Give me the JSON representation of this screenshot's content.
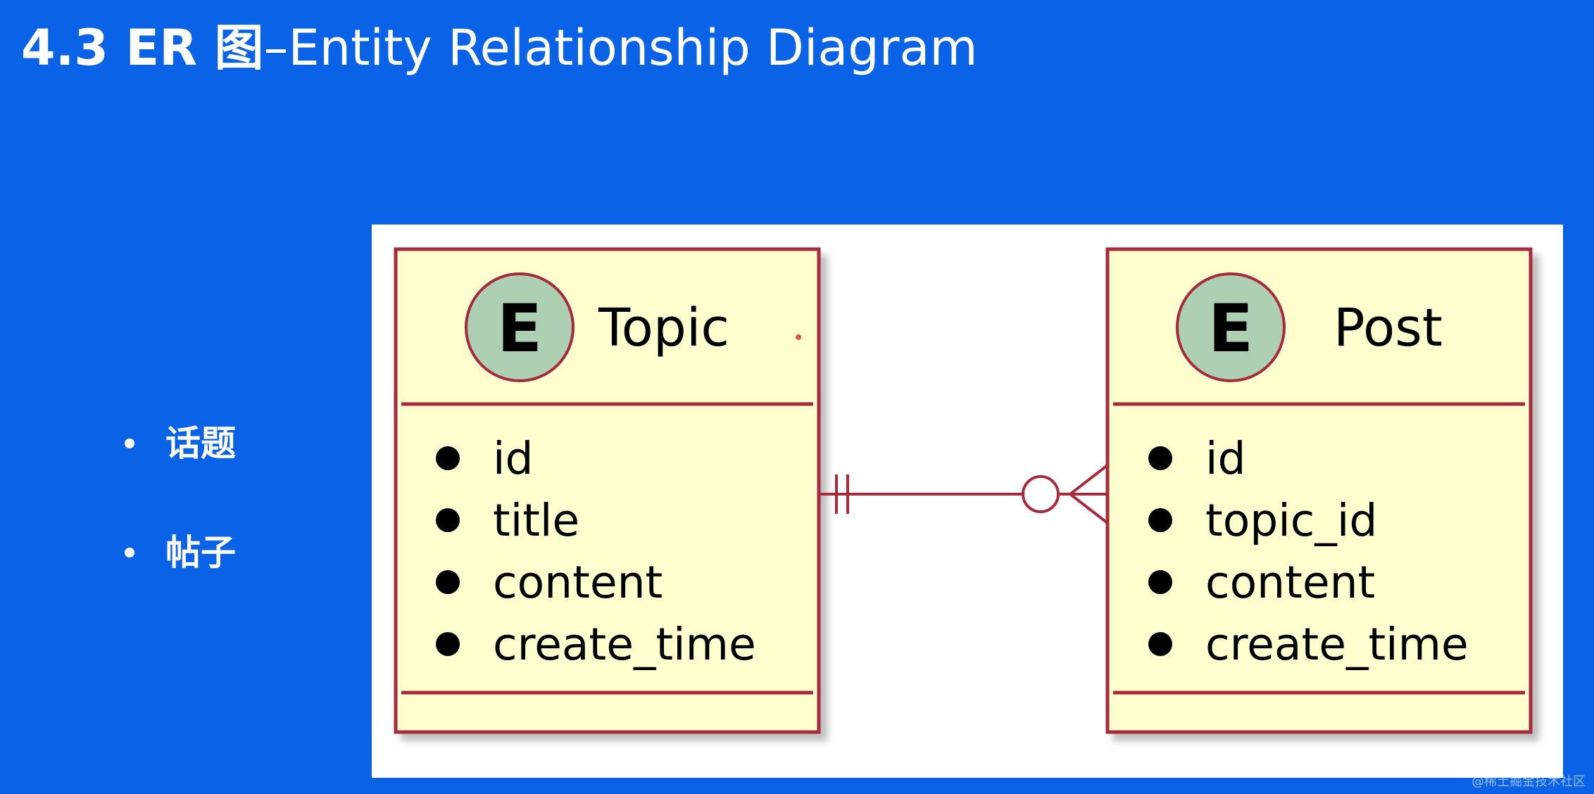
{
  "title": {
    "strong": "4.3 ER 图",
    "light": "–Entity Relationship Diagram"
  },
  "bullets": [
    "话题",
    "帖子"
  ],
  "diagram": {
    "entities": [
      {
        "badge": "E",
        "name": "Topic",
        "fields": [
          "id",
          "title",
          "content",
          "create_time"
        ]
      },
      {
        "badge": "E",
        "name": "Post",
        "fields": [
          "id",
          "topic_id",
          "content",
          "create_time"
        ]
      }
    ],
    "relationship": {
      "from": "Topic",
      "to": "Post",
      "from_cardinality": "exactly-one",
      "to_cardinality": "zero-or-many"
    }
  },
  "colors": {
    "background": "#0a63e6",
    "entity_fill": "#fefece",
    "entity_border": "#a8293c",
    "badge_fill": "#adcfb2"
  },
  "watermark": "@稀土掘金技术社区"
}
